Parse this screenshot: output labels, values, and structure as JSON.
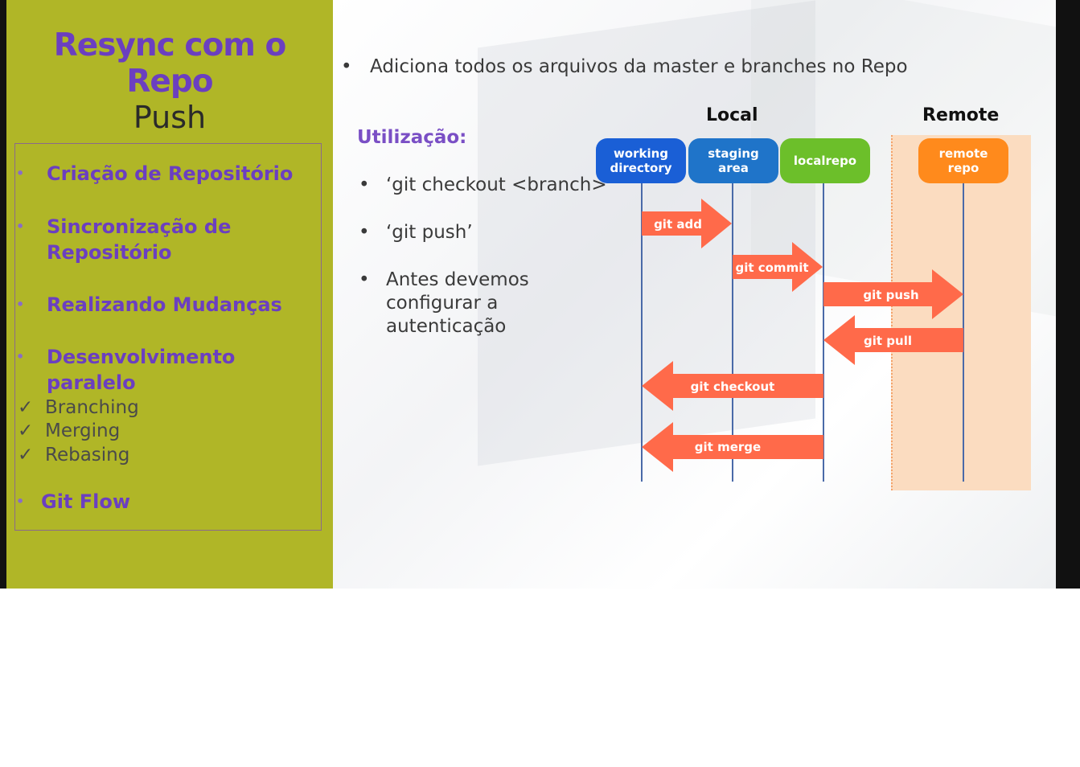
{
  "sidebar": {
    "title_main": "Resync com o Repo",
    "title_sub": "Push",
    "items": [
      {
        "label": "Criação de Repositório"
      },
      {
        "label": "Sincronização de Repositório"
      },
      {
        "label": "Realizando Mudanças"
      },
      {
        "label": "Desenvolvimento paralelo"
      }
    ],
    "checks": [
      {
        "label": "Branching"
      },
      {
        "label": "Merging"
      },
      {
        "label": "Rebasing"
      }
    ],
    "last_item": {
      "label": "Git Flow"
    },
    "bullet_char": "•",
    "check_char": "✓"
  },
  "content": {
    "top_bullet": "Adiciona todos os arquivos da master e branches no Repo",
    "usage_label": "Utilização:",
    "usage_items": [
      "‘git checkout <branch>",
      "‘git push’",
      "Antes devemos\nconfigurar a\nautenticação"
    ]
  },
  "diagram": {
    "header_local": "Local",
    "header_remote": "Remote",
    "nodes": [
      {
        "label": "working\ndirectory",
        "color": "#1a5fd6"
      },
      {
        "label": "staging\narea",
        "color": "#1f74c9"
      },
      {
        "label": "localrepo",
        "color": "#6cbf2a"
      },
      {
        "label": "remote\nrepo",
        "color": "#ff8a1c"
      }
    ],
    "arrows": [
      {
        "label": "git add"
      },
      {
        "label": "git commit"
      },
      {
        "label": "git push"
      },
      {
        "label": "git pull"
      },
      {
        "label": "git checkout"
      },
      {
        "label": "git merge"
      }
    ],
    "arrow_color": "#ff6a4a",
    "remote_bg_color": "#fbdcc0"
  }
}
